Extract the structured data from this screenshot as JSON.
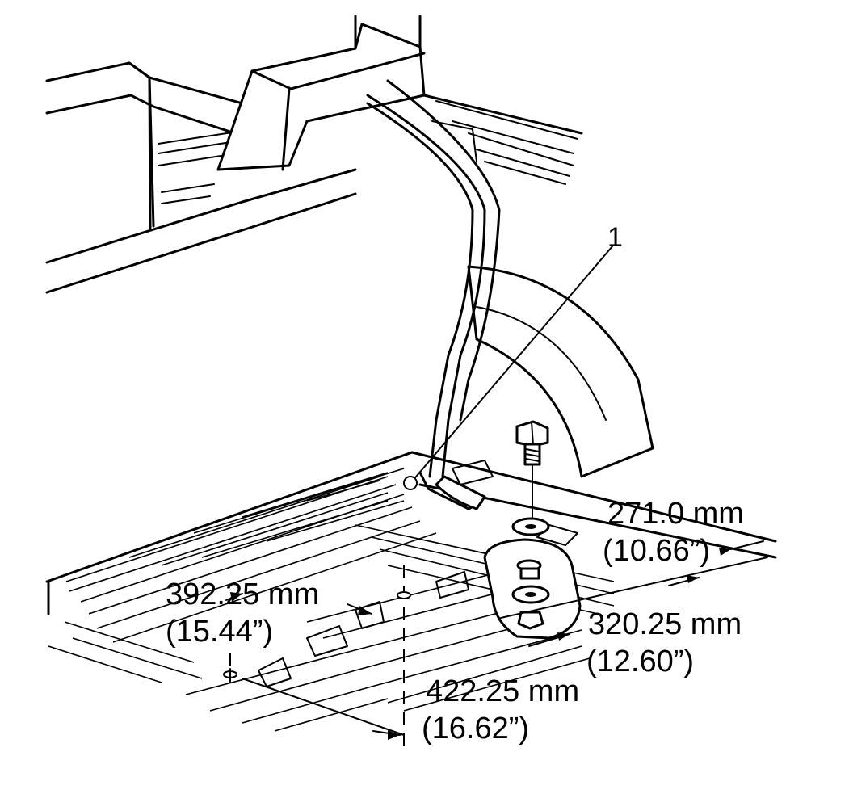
{
  "callout": {
    "number": "1"
  },
  "dimensions": {
    "d271": {
      "mm": "271.0 mm",
      "in": "(10.66”)"
    },
    "d392": {
      "mm": "392.25 mm",
      "in": "(15.44”)"
    },
    "d320": {
      "mm": "320.25 mm",
      "in": "(12.60”)"
    },
    "d422": {
      "mm": "422.25 mm",
      "in": "(16.62”)"
    }
  },
  "colors": {
    "line": "#000000",
    "background": "#ffffff"
  }
}
